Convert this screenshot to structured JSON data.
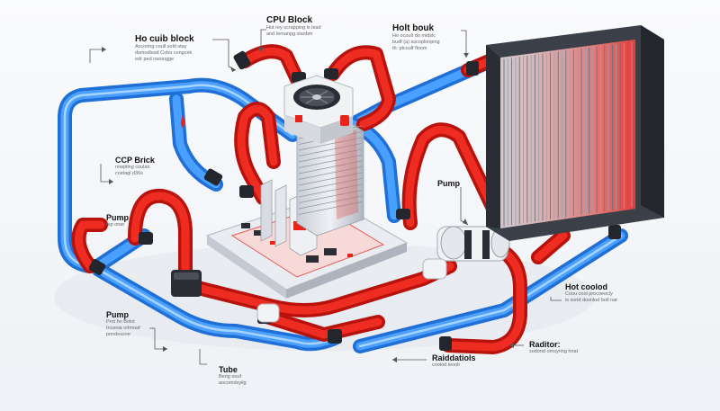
{
  "colors": {
    "hot": "#e8231c",
    "cool": "#2f86f0",
    "background": "#f4f6f9",
    "radiator_body": "#3a3f48",
    "fin_red": "#e0504a"
  },
  "icons": [
    "fan-icon",
    "arrow-icon",
    "pump-icon",
    "drip-icon"
  ],
  "labels": {
    "cpu_block": {
      "title": "CPU Block",
      "lines": [
        "Hut rey scrapping ls lead",
        "and Iemanpg slanbm"
      ]
    },
    "ho_cuib_block": {
      "title": "Ho cuib block",
      "lines": [
        "Accoring coull sold stay",
        "dsmodlsod Cobo congcek",
        "edr ped rseongge"
      ]
    },
    "holt_bouk": {
      "title": "Holt bouk",
      "lines": [
        "Ho ocoult do midslc",
        "budf (a) sscoplonping",
        "th: plcoulf floom"
      ]
    },
    "ccp_brick": {
      "title": "CCP Brick",
      "lines": [
        "rewpting coulan",
        "costagl d36s"
      ]
    },
    "pump_left": {
      "title": "Pump",
      "lines": [
        "fap onar"
      ]
    },
    "pump_center": {
      "title": "Pump",
      "lines": []
    },
    "pump_bottom": {
      "title": "Pump",
      "lines": [
        "Prot ho Bolot",
        "Incenia orlmoaf",
        "pondessoe"
      ]
    },
    "tube": {
      "title": "Tube",
      "lines": [
        "Berig ouuf",
        "aocomdsyilg"
      ]
    },
    "hot_coolod": {
      "title": "Hot coolod",
      "lines": [
        "Coou cool procoeocly",
        "is sorid dosnlod botl nar"
      ]
    },
    "raditor": {
      "title": "Raditor:",
      "lines": [
        "sodond omsyring hnat"
      ]
    },
    "raiddatiols": {
      "title": "Raiddatiols",
      "lines": [
        "coolod leoolr"
      ]
    }
  }
}
